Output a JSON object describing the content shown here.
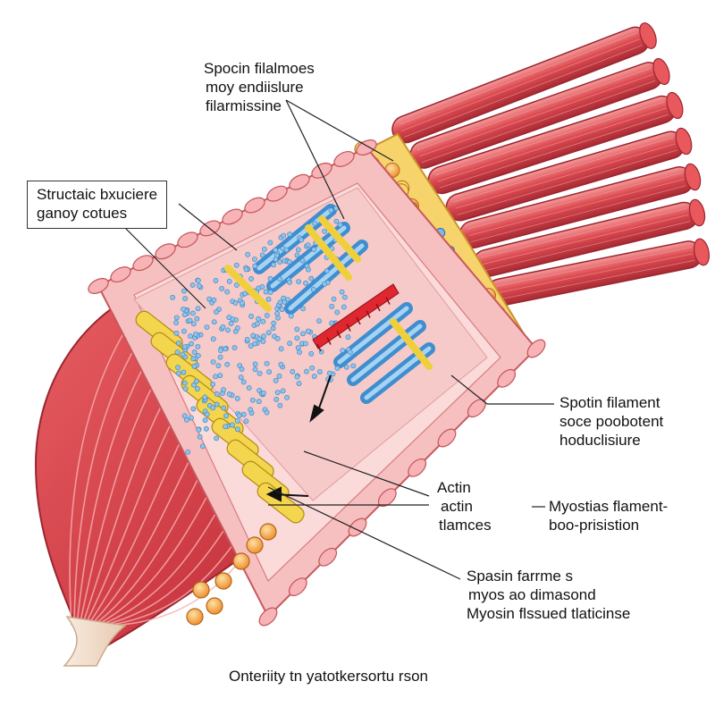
{
  "labels": {
    "top": [
      "Spocin filalmoes",
      "moy endiislure",
      "filarmissine"
    ],
    "left_box": [
      "Structaic bxuciere",
      "ganoy cotues"
    ],
    "right_mid": [
      "Spotin filament",
      "soce poobotent",
      "hoduclisiure"
    ],
    "actin": [
      "Actin",
      "actin",
      "tlamces"
    ],
    "myostias": [
      "Myostias flament-",
      "boo-prisistion"
    ],
    "spasin": [
      "Spasin farrme s",
      "myos ao dimasond",
      "Myosin flssued tlaticinse"
    ],
    "caption": "Onteriity tn yatotkersortu rson"
  },
  "colors": {
    "muscle": "#d8434b",
    "muscle_light": "#f08a8a",
    "muscle_dark": "#a82a34",
    "actin_blue": "#5aa9dd",
    "myosin_yellow": "#f2d24a",
    "orange_cell": "#f2a23a",
    "membrane": "#f4b4b4",
    "tendon": "#f3e6d6"
  }
}
